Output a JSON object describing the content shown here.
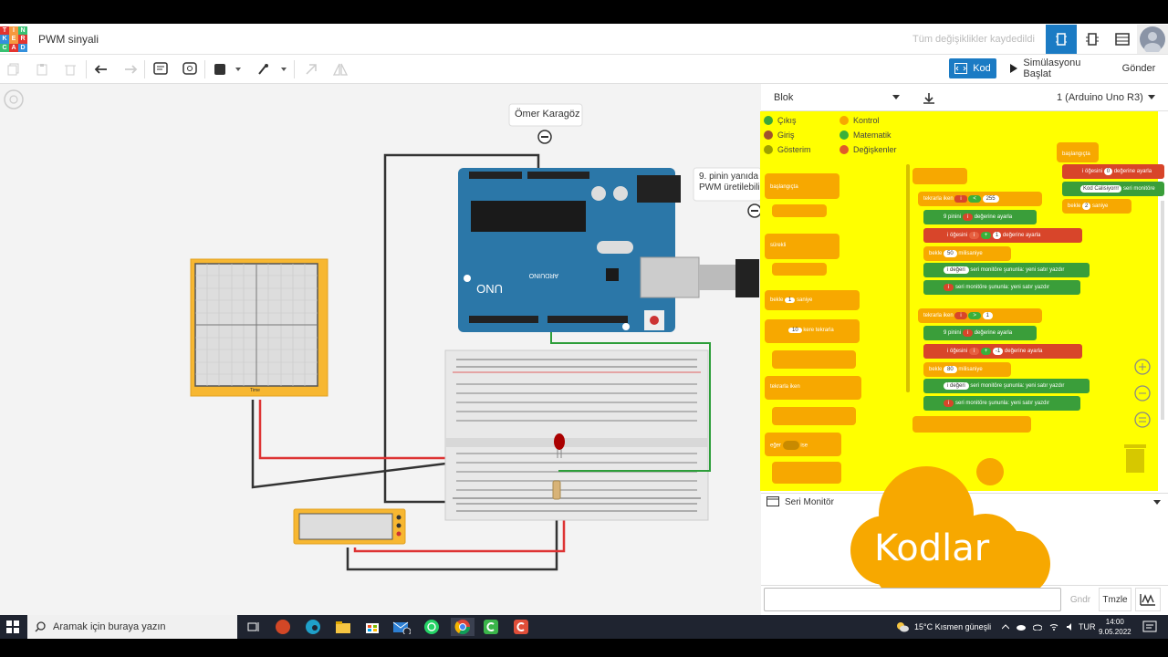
{
  "header": {
    "project_title": "PWM sinyali",
    "save_status": "Tüm değişiklikler kaydedildi",
    "logo_letters": [
      "T",
      "I",
      "N",
      "K",
      "E",
      "R",
      "C",
      "A",
      "D"
    ]
  },
  "toolbar": {
    "code_button": "Kod",
    "simulate_button": "Simülasyonu Başlat",
    "send_button": "Gönder"
  },
  "canvas": {
    "note_author": "Ömer Karagöz",
    "note_text_line1": "9. pinin yanıda",
    "note_text_line2": "PWM üretilebili",
    "oscilloscope_label": "Time",
    "arduino_brand": "ARDUINO",
    "arduino_model": "UNO"
  },
  "code_panel": {
    "mode_dropdown": "Blok",
    "device_dropdown": "1 (Arduino Uno R3)",
    "categories": [
      {
        "label": "Çıkış",
        "color": "#3aa63a"
      },
      {
        "label": "Kontrol",
        "color": "#f7a800"
      },
      {
        "label": "Giriş",
        "color": "#a0522d"
      },
      {
        "label": "Matematik",
        "color": "#3ab03a"
      },
      {
        "label": "Gösterim",
        "color": "#9ea000"
      },
      {
        "label": "Değişkenler",
        "color": "#e05a2a"
      }
    ],
    "palette_blocks": [
      "başlangıçta",
      "sürekli",
      "bekle",
      "1",
      "saniye",
      "10",
      "kere tekrarla",
      "tekrarla",
      "iken",
      "eğer",
      "ise"
    ],
    "script_blocks": {
      "loop1": [
        "tekrarla",
        "iken",
        "i",
        "<",
        "255"
      ],
      "write1": [
        "9",
        "pinini",
        "i",
        "değerine ayarla"
      ],
      "inc1": [
        "i",
        "öğesini",
        "i",
        "+",
        "1",
        "değerine ayarla"
      ],
      "wait1": [
        "bekle",
        "50",
        "milisaniye"
      ],
      "print1a": [
        "i değeri",
        "seri monitöre",
        "şununla:",
        "yeni satır yazdır"
      ],
      "print1b": [
        "i",
        "seri monitöre",
        "şununla:",
        "yeni satır yazdır"
      ],
      "loop2": [
        "tekrarla",
        "iken",
        "i",
        ">",
        "1"
      ],
      "write2": [
        "9",
        "pinini",
        "i",
        "değerine ayarla"
      ],
      "dec2": [
        "i",
        "öğesini",
        "i",
        "+",
        "-1",
        "değerine ayarla"
      ],
      "wait2": [
        "bekle",
        "80",
        "milisaniye"
      ],
      "print2a": [
        "i değeri",
        "seri monitöre",
        "şununla:",
        "yeni satır yazdır"
      ],
      "print2b": [
        "i",
        "seri monitöre",
        "şununla:",
        "yeni satır yazdır"
      ],
      "setup": [
        "i",
        "öğesini",
        "0",
        "değerine ayarla",
        "Kod Calisiyorrr",
        "seri monitöre",
        "bekle",
        "2",
        "saniye"
      ]
    },
    "serial_monitor_label": "Seri Monitör",
    "send_label": "Gndr",
    "clear_label": "Tmzle",
    "overlay_text": "Kodlar"
  },
  "taskbar": {
    "search_placeholder": "Aramak için buraya yazın",
    "weather": "15°C  Kısmen güneşli",
    "language": "TUR",
    "time": "14:00",
    "date": "9.05.2022"
  }
}
